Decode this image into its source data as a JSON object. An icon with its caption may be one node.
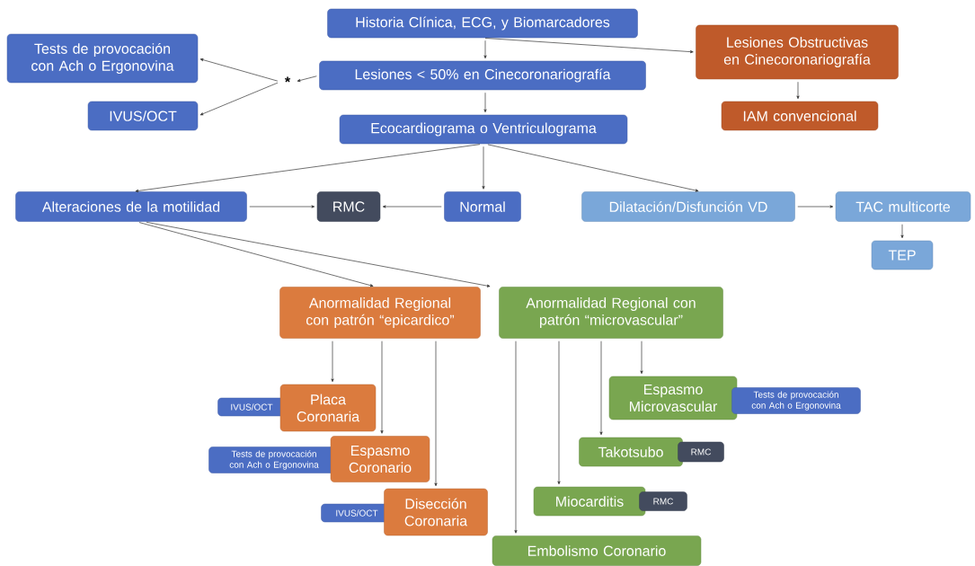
{
  "diagram": {
    "nodes": [
      {
        "text": [
          "Historia Clínica, ECG, y Biomarcadores"
        ]
      },
      {
        "text": [
          "Lesiones Obstructivas en Cinecoronariografía"
        ]
      },
      {
        "text": [
          "Tests de provocación con Ach o Ergonovina"
        ]
      },
      {
        "text": [
          "*"
        ]
      },
      {
        "text": [
          "Lesiones < 50% en Cinecoronariografía"
        ]
      },
      {
        "text": [
          "IVUS/OCT"
        ]
      },
      {
        "text": [
          "IAM convencional"
        ]
      },
      {
        "text": [
          "Ecocardiograma o Ventriculograma"
        ]
      },
      {
        "text": [
          "Alteraciones de la motilidad"
        ]
      },
      {
        "text": [
          "RMC"
        ]
      },
      {
        "text": [
          "Normal"
        ]
      },
      {
        "text": [
          "Dilatación/Disfunción VD"
        ]
      },
      {
        "text": [
          "TAC multicorte"
        ]
      },
      {
        "text": [
          "TEP"
        ]
      },
      {
        "text": [
          "Anormalidad Regional con patrón “epicardico”"
        ]
      },
      {
        "text": [
          "Anormalidad Regional con patrón “microvascular”"
        ]
      },
      {
        "text": [
          "Espasmo Microvascular"
        ]
      },
      {
        "text": [
          "Tests de provocación con Ach o Ergonovina"
        ]
      },
      {
        "text": [
          "IVUS/OCT"
        ]
      },
      {
        "text": [
          "Placa Coronaria"
        ]
      },
      {
        "text": [
          "Takotsubo"
        ]
      },
      {
        "text": [
          "RMC"
        ]
      },
      {
        "text": [
          "Tests de provocación con Ach o Ergonovina"
        ]
      },
      {
        "text": [
          "Espasmo Coronario"
        ]
      },
      {
        "text": [
          "IVUS/OCT"
        ]
      },
      {
        "text": [
          "Disección Coronaria"
        ]
      },
      {
        "text": [
          "Miocarditis"
        ]
      },
      {
        "text": [
          "RMC"
        ]
      },
      {
        "text": [
          "Embolismo Coronario"
        ]
      }
    ],
    "edges": [
      {
        "from": 0,
        "to": 4,
        "arrow": "to"
      },
      {
        "from": 0,
        "to": 1,
        "arrow": "to"
      },
      {
        "from": 1,
        "to": 6,
        "arrow": "to"
      },
      {
        "from": 4,
        "to": 3,
        "arrow": "to"
      },
      {
        "from": 3,
        "to": 2,
        "arrow": "to"
      },
      {
        "from": 3,
        "to": 5,
        "arrow": "to"
      },
      {
        "from": 4,
        "to": 7,
        "arrow": "to"
      },
      {
        "from": 7,
        "to": 8,
        "arrow": "to"
      },
      {
        "from": 7,
        "to": 10,
        "arrow": "to"
      },
      {
        "from": 7,
        "to": 11,
        "arrow": "to"
      },
      {
        "from": 8,
        "to": 9,
        "arrow": "to"
      },
      {
        "from": 10,
        "to": 9,
        "arrow": "to"
      },
      {
        "from": 11,
        "to": 12,
        "arrow": "to"
      },
      {
        "from": 12,
        "to": 13,
        "arrow": "to"
      },
      {
        "from": 8,
        "to": 14,
        "arrow": "to"
      },
      {
        "from": 8,
        "to": 15,
        "arrow": "to"
      },
      {
        "from": 14,
        "to": 19,
        "arrow": "to"
      },
      {
        "from": 14,
        "to": 23,
        "arrow": "to"
      },
      {
        "from": 14,
        "to": 25,
        "arrow": "to"
      },
      {
        "from": 15,
        "to": 28,
        "arrow": "to"
      },
      {
        "from": 15,
        "to": 26,
        "arrow": "to"
      },
      {
        "from": 15,
        "to": 20,
        "arrow": "to"
      },
      {
        "from": 15,
        "to": 16,
        "arrow": "to"
      }
    ]
  }
}
